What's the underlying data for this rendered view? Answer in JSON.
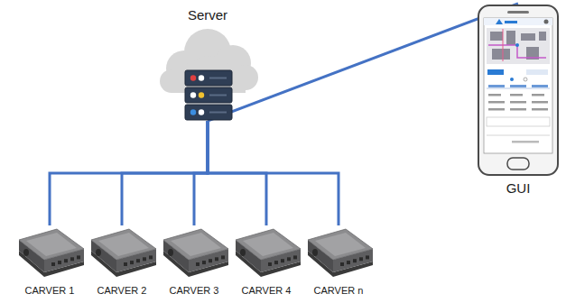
{
  "diagram": {
    "nodes": [
      {
        "text": [
          "Server"
        ]
      },
      {
        "text": [
          "GUI"
        ]
      },
      {
        "text": [
          "CARVER 1"
        ]
      },
      {
        "text": [
          "CARVER 2"
        ]
      },
      {
        "text": [
          "CARVER 3"
        ]
      },
      {
        "text": [
          "CARVER 4"
        ]
      },
      {
        "text": [
          "CARVER n"
        ]
      }
    ],
    "edges": [
      {
        "from": 0,
        "to": 1,
        "arrow": "none"
      },
      {
        "from": 0,
        "to": 2,
        "arrow": "none"
      },
      {
        "from": 0,
        "to": 3,
        "arrow": "none"
      },
      {
        "from": 0,
        "to": 4,
        "arrow": "none"
      },
      {
        "from": 0,
        "to": 5,
        "arrow": "none"
      },
      {
        "from": 0,
        "to": 6,
        "arrow": "none"
      }
    ]
  }
}
